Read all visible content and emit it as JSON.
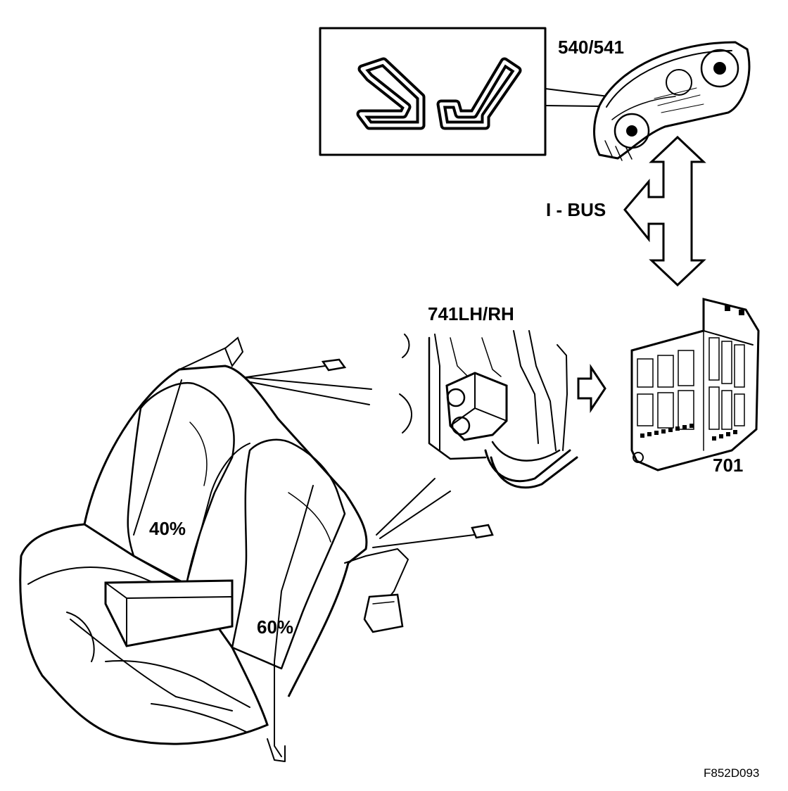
{
  "labels": {
    "cluster": "540/541",
    "bus": "I - BUS",
    "sensor": "741LH/RH",
    "module": "701",
    "seat_left": "40%",
    "seat_right": "60%",
    "figure_code": "F852D093"
  },
  "icons": [
    "seat-cushion-symbol-icon",
    "seat-backrest-symbol-icon",
    "double-headed-arrow-icon",
    "branch-arrow-icon",
    "right-arrow-icon"
  ]
}
